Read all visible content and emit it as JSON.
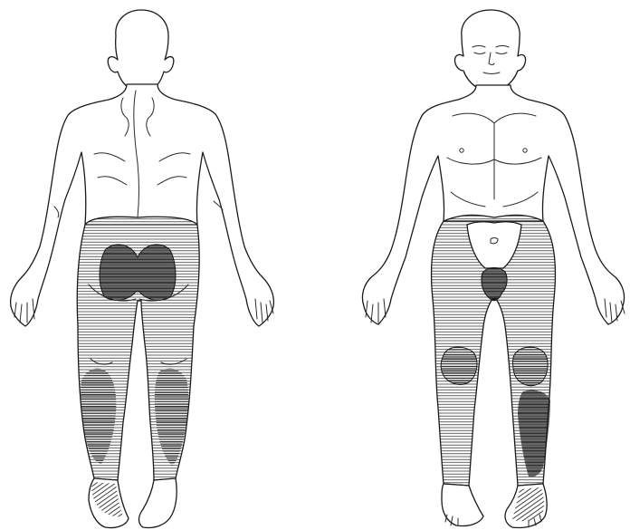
{
  "figure": {
    "views": [
      {
        "id": "posterior",
        "shading": "buttocks-and-legs"
      },
      {
        "id": "anterior",
        "shading": "groin-and-legs"
      }
    ],
    "colors": {
      "line": "#1a1a1a",
      "hatch_light": "#3a3a3a",
      "hatch_dark": "#141414",
      "background": "#ffffff"
    }
  }
}
